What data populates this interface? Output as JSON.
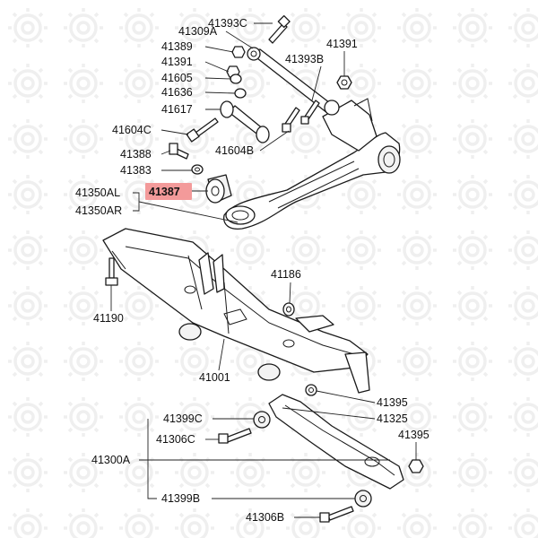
{
  "labels": {
    "l41393C": "41393C",
    "l41309A": "41309A",
    "l41389": "41389",
    "l41391a": "41391",
    "l41605": "41605",
    "l41636": "41636",
    "l41617": "41617",
    "l41604C": "41604C",
    "l41388": "41388",
    "l41383": "41383",
    "l41387": "41387",
    "l41350AL": "41350AL",
    "l41350AR": "41350AR",
    "l41391b": "41391",
    "l41393B": "41393B",
    "l41604B": "41604B",
    "l41186": "41186",
    "l41190": "41190",
    "l41001": "41001",
    "l41395a": "41395",
    "l41325": "41325",
    "l41399C": "41399C",
    "l41306C": "41306C",
    "l41395b": "41395",
    "l41300A": "41300A",
    "l41399B": "41399B",
    "l41306B": "41306B"
  },
  "highlight_color": "#f39a9a",
  "watermark_icon": "gear-wrench-icon"
}
